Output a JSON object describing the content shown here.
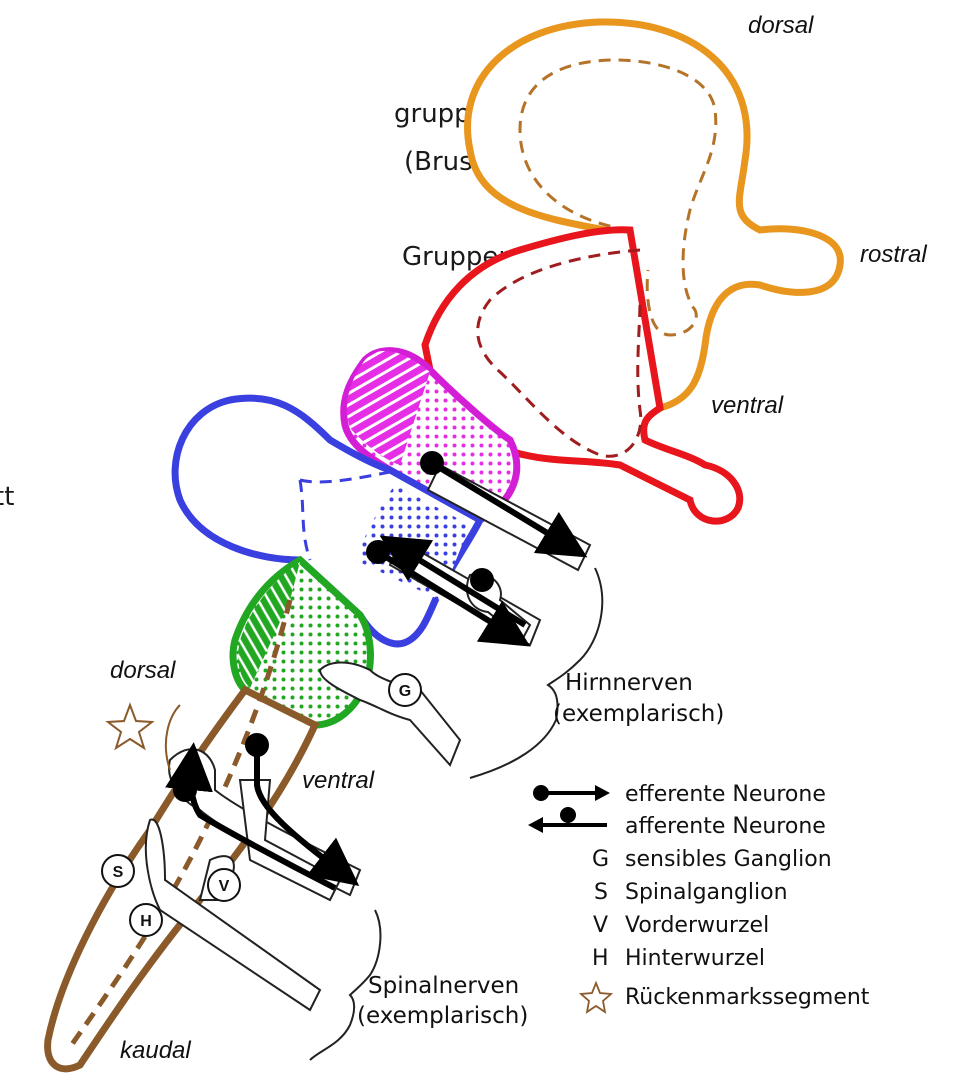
{
  "side_text": {
    "line1": "gruppiert",
    "line2": "(Brust-",
    "line3": "Gruppen",
    "line4": "tt"
  },
  "orientation": {
    "dorsal_top": "dorsal",
    "rostral": "rostral",
    "ventral_top": "ventral",
    "dorsal_bottom": "dorsal",
    "ventral_bottom": "ventral",
    "kaudal": "kaudal"
  },
  "groups": {
    "cranial_line1": "Hirnnerven",
    "cranial_line2": "(exemplarisch)",
    "spinal_line1": "Spinalnerven",
    "spinal_line2": "(exemplarisch)"
  },
  "markers": {
    "G": "G",
    "S": "S",
    "V": "V",
    "H": "H"
  },
  "legend": [
    {
      "key": "",
      "text": "efferente Neurone",
      "symbol": "efferent-arrow"
    },
    {
      "key": "",
      "text": "afferente Neurone",
      "symbol": "afferent-arrow"
    },
    {
      "key": "G",
      "text": "sensibles Ganglion",
      "symbol": "letter"
    },
    {
      "key": "S",
      "text": "Spinalganglion",
      "symbol": "letter"
    },
    {
      "key": "V",
      "text": "Vorderwurzel",
      "symbol": "letter"
    },
    {
      "key": "H",
      "text": "Hinterwurzel",
      "symbol": "letter"
    },
    {
      "key": "",
      "text": "Rückenmarkssegment",
      "symbol": "star"
    }
  ],
  "colors": {
    "telencephalon": "#e8961e",
    "diencephalon": "#e8161c",
    "mesencephalon": "#d41ed6",
    "metencephalon": "#3a3fe0",
    "myelencephalon": "#22a722",
    "spinal_cord": "#8b5a2b"
  }
}
